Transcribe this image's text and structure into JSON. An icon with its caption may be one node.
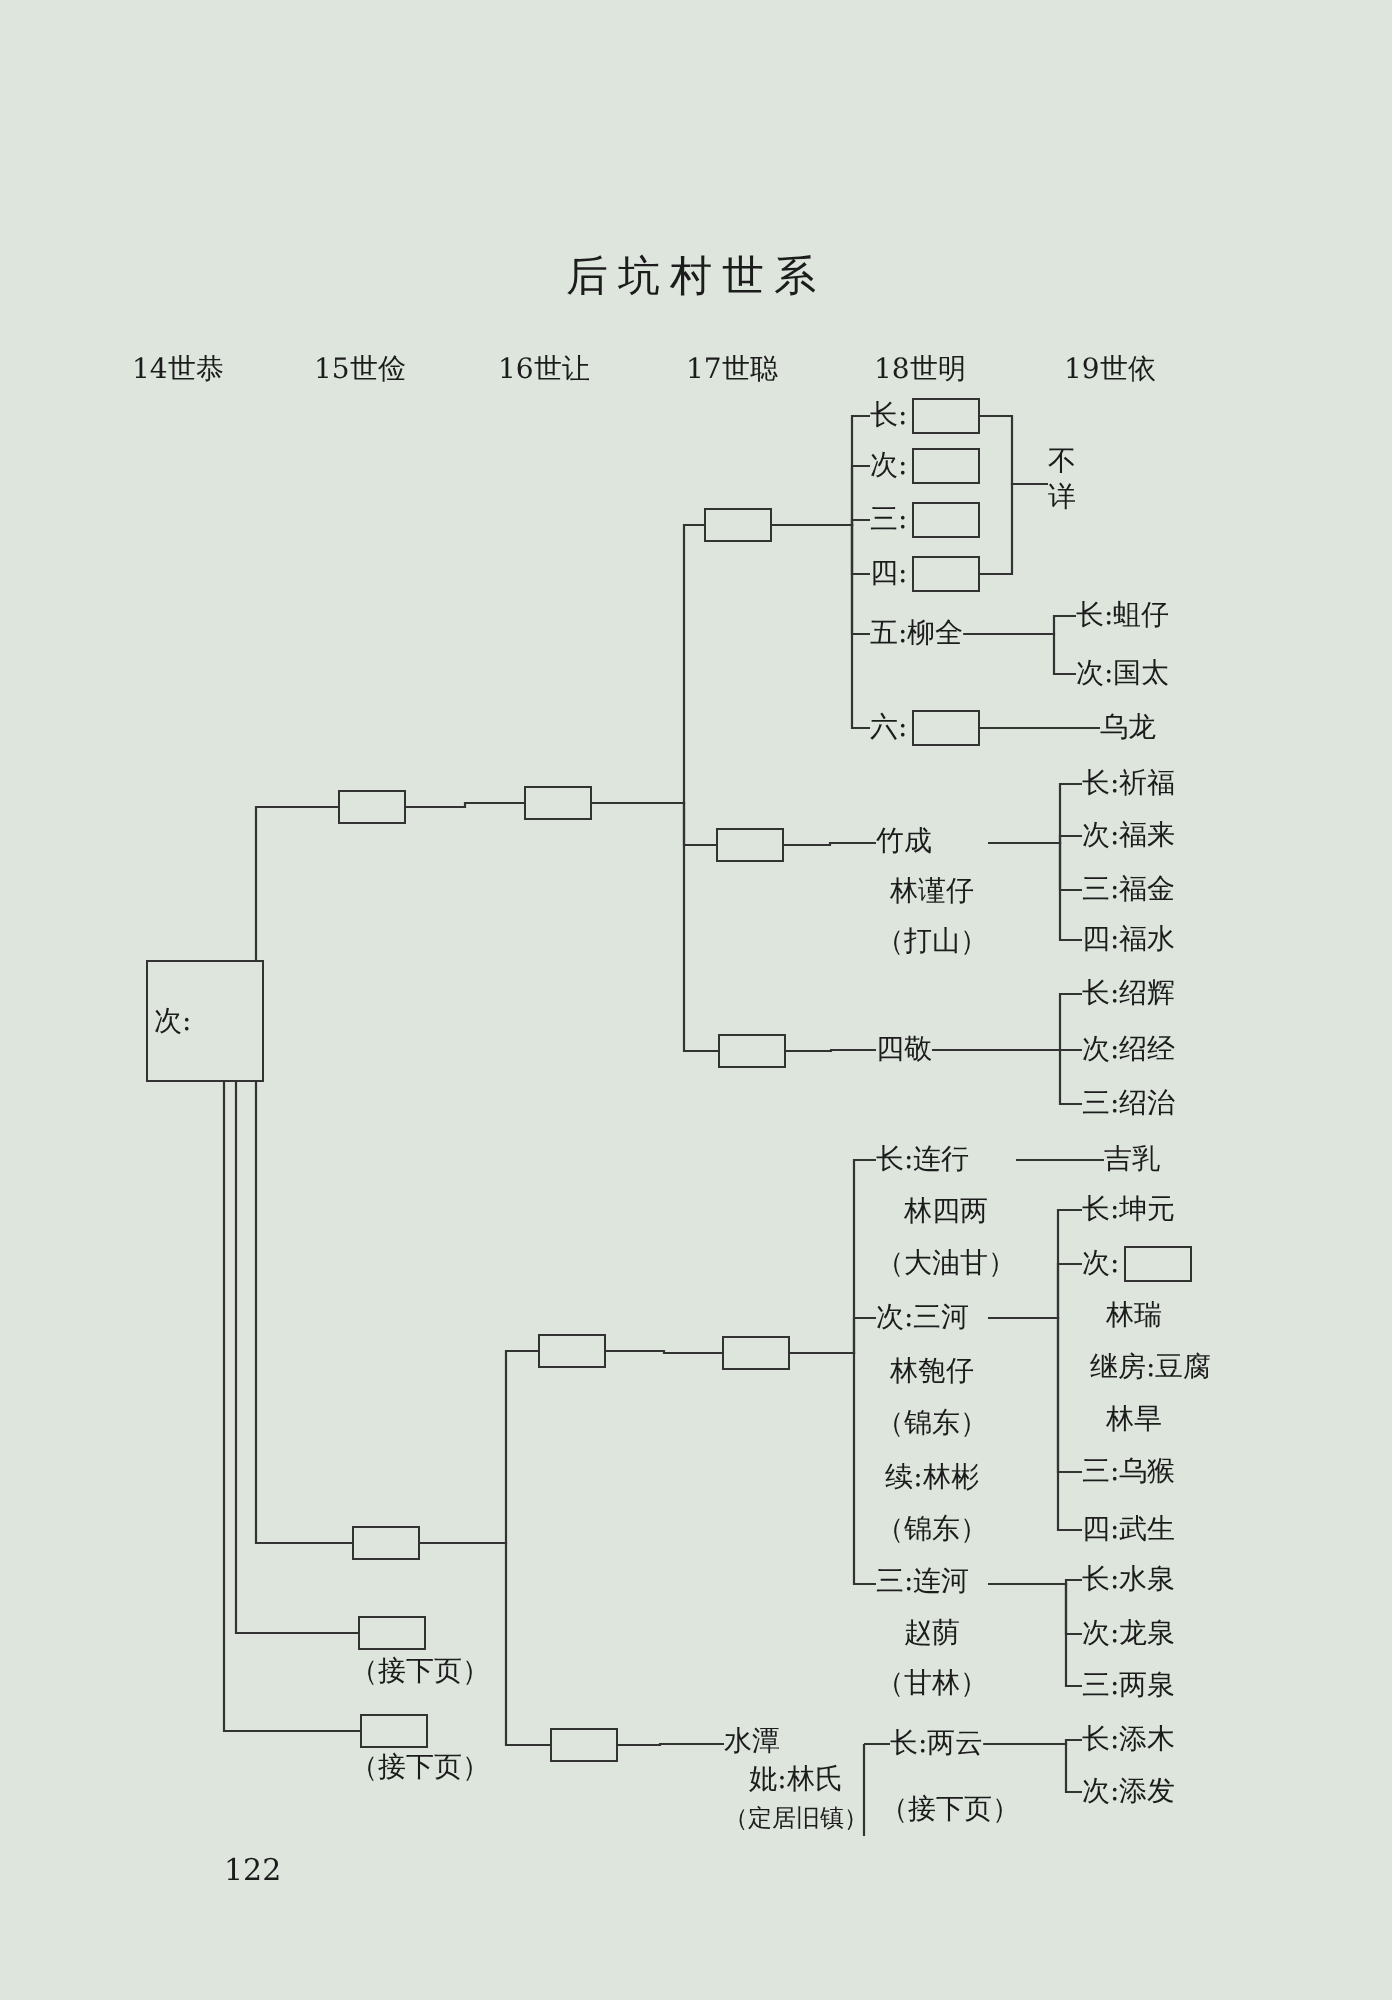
{
  "diagram": {
    "title": "后坑村世系",
    "nodes": [
      {
        "text": [
          "次:"
        ]
      },
      {
        "text": [],
        "shape": "box"
      },
      {
        "text": [],
        "shape": "box"
      },
      {
        "text": [],
        "shape": "box"
      },
      {
        "text": [],
        "shape": "box"
      },
      {
        "text": [],
        "shape": "box"
      },
      {
        "text": [
          "长:"
        ]
      },
      {
        "text": [
          "次:"
        ]
      },
      {
        "text": [
          "三:"
        ]
      },
      {
        "text": [
          "四:"
        ]
      },
      {
        "text": [
          "不详"
        ]
      },
      {
        "text": [
          "五:柳全"
        ]
      },
      {
        "text": [
          "长:蛆仔"
        ]
      },
      {
        "text": [
          "次:国太"
        ]
      },
      {
        "text": [
          "六:"
        ]
      },
      {
        "text": [
          "乌龙"
        ]
      },
      {
        "text": [
          "竹成",
          "林谨仔",
          "（打山）"
        ]
      },
      {
        "text": [
          "长:祈福"
        ]
      },
      {
        "text": [
          "次:福来"
        ]
      },
      {
        "text": [
          "三:福金"
        ]
      },
      {
        "text": [
          "四:福水"
        ]
      },
      {
        "text": [
          "四敬"
        ]
      },
      {
        "text": [
          "长:绍辉"
        ]
      },
      {
        "text": [
          "次:绍经"
        ]
      },
      {
        "text": [
          "三:绍治"
        ]
      },
      {
        "text": [],
        "shape": "box"
      },
      {
        "text": [],
        "shape": "box",
        "beside": [
          "（接下页）"
        ]
      },
      {
        "text": [],
        "shape": "box",
        "beside": [
          "（接下页）"
        ]
      },
      {
        "text": [],
        "shape": "box"
      },
      {
        "text": [],
        "shape": "box"
      },
      {
        "text": [
          "长:连行",
          "林四两",
          "（大油甘）"
        ]
      },
      {
        "text": [
          "吉乳"
        ]
      },
      {
        "text": [
          "次:三河",
          "林匏仔",
          "（锦东）",
          "续:林彬",
          "（锦东）"
        ]
      },
      {
        "text": [
          "长:坤元"
        ]
      },
      {
        "text": [
          "次:"
        ],
        "beside": [
          "林瑞",
          "继房:豆腐",
          "林旱"
        ]
      },
      {
        "text": [
          "三:乌猴"
        ]
      },
      {
        "text": [
          "四:武生"
        ]
      },
      {
        "text": [
          "三:连河",
          "赵荫",
          "（甘林）"
        ]
      },
      {
        "text": [
          "长:水泉"
        ]
      },
      {
        "text": [
          "次:龙泉"
        ]
      },
      {
        "text": [
          "三:两泉"
        ]
      },
      {
        "text": [],
        "shape": "box"
      },
      {
        "text": [
          "水潭",
          "妣:林氏",
          "（定居旧镇）"
        ]
      },
      {
        "text": [
          "长:两云"
        ],
        "beside": [
          "（接下页）"
        ]
      },
      {
        "text": [
          "长:添木"
        ]
      },
      {
        "text": [
          "次:添发"
        ]
      }
    ],
    "edges": [
      {
        "from": 0,
        "to": 1,
        "arrow": "none"
      },
      {
        "from": 1,
        "to": 2,
        "arrow": "none"
      },
      {
        "from": 2,
        "to": 3,
        "arrow": "none"
      },
      {
        "from": 2,
        "to": 4,
        "arrow": "none"
      },
      {
        "from": 2,
        "to": 5,
        "arrow": "none"
      },
      {
        "from": 3,
        "to": 6,
        "arrow": "none"
      },
      {
        "from": 3,
        "to": 7,
        "arrow": "none"
      },
      {
        "from": 3,
        "to": 8,
        "arrow": "none"
      },
      {
        "from": 3,
        "to": 9,
        "arrow": "none"
      },
      {
        "from": 3,
        "to": 11,
        "arrow": "none"
      },
      {
        "from": 3,
        "to": 14,
        "arrow": "none"
      },
      {
        "from": 6,
        "to": 10,
        "arrow": "none"
      },
      {
        "from": 9,
        "to": 10,
        "arrow": "none"
      },
      {
        "from": 11,
        "to": 12,
        "arrow": "none"
      },
      {
        "from": 11,
        "to": 13,
        "arrow": "none"
      },
      {
        "from": 14,
        "to": 15,
        "arrow": "none"
      },
      {
        "from": 4,
        "to": 16,
        "arrow": "none"
      },
      {
        "from": 16,
        "to": 17,
        "arrow": "none"
      },
      {
        "from": 16,
        "to": 18,
        "arrow": "none"
      },
      {
        "from": 16,
        "to": 19,
        "arrow": "none"
      },
      {
        "from": 16,
        "to": 20,
        "arrow": "none"
      },
      {
        "from": 5,
        "to": 21,
        "arrow": "none"
      },
      {
        "from": 21,
        "to": 22,
        "arrow": "none"
      },
      {
        "from": 21,
        "to": 23,
        "arrow": "none"
      },
      {
        "from": 21,
        "to": 24,
        "arrow": "none"
      },
      {
        "from": 0,
        "to": 25,
        "arrow": "none"
      },
      {
        "from": 0,
        "to": 26,
        "arrow": "none"
      },
      {
        "from": 0,
        "to": 27,
        "arrow": "none"
      },
      {
        "from": 25,
        "to": 28,
        "arrow": "none"
      },
      {
        "from": 25,
        "to": 41,
        "arrow": "none"
      },
      {
        "from": 28,
        "to": 29,
        "arrow": "none"
      },
      {
        "from": 29,
        "to": 30,
        "arrow": "none"
      },
      {
        "from": 29,
        "to": 32,
        "arrow": "none"
      },
      {
        "from": 29,
        "to": 37,
        "arrow": "none"
      },
      {
        "from": 30,
        "to": 31,
        "arrow": "none"
      },
      {
        "from": 32,
        "to": 33,
        "arrow": "none"
      },
      {
        "from": 32,
        "to": 34,
        "arrow": "none"
      },
      {
        "from": 32,
        "to": 35,
        "arrow": "none"
      },
      {
        "from": 32,
        "to": 36,
        "arrow": "none"
      },
      {
        "from": 37,
        "to": 38,
        "arrow": "none"
      },
      {
        "from": 37,
        "to": 39,
        "arrow": "none"
      },
      {
        "from": 37,
        "to": 40,
        "arrow": "none"
      },
      {
        "from": 41,
        "to": 42,
        "arrow": "none"
      },
      {
        "from": 42,
        "to": 43,
        "arrow": "none"
      },
      {
        "from": 43,
        "to": 44,
        "arrow": "none"
      },
      {
        "from": 43,
        "to": 45,
        "arrow": "none"
      }
    ],
    "labels": [
      "14世恭",
      "15世俭",
      "16世让",
      "17世聪",
      "18世明",
      "19世依",
      "122"
    ]
  }
}
